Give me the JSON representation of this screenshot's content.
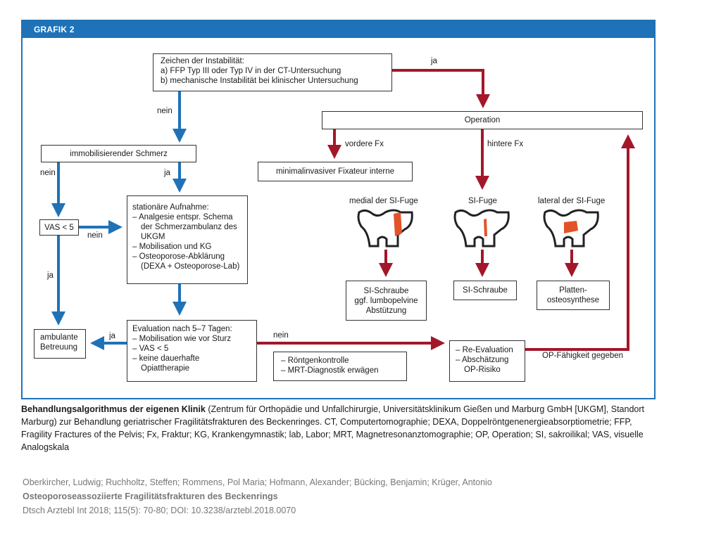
{
  "figure_label": "GRAFIK 2",
  "boxes": {
    "instability": {
      "lines": [
        "Zeichen der Instabilität:",
        "a) FFP Typ III oder Typ IV in der CT-Untersuchung",
        "b) mechanische Instabilität bei klinischer Untersuchung"
      ]
    },
    "operation": "Operation",
    "immobilizing_pain": "immobilisierender Schmerz",
    "fixateur": "minimalinvasiver Fixateur interne",
    "vas": "VAS < 5",
    "admission": {
      "lines": [
        "stationäre Aufnahme:",
        "– Analgesie entspr. Schema",
        "   der Schmerzambulanz des",
        "   UKGM",
        "– Mobilisation und KG",
        "– Osteoporose-Abklärung",
        "   (DEXA + Osteoporose-Lab)"
      ]
    },
    "si_screw_medial": {
      "lines": [
        "SI-Schraube",
        "ggf. lumbopelvine",
        "Abstützung"
      ]
    },
    "si_screw": "SI-Schraube",
    "plate": {
      "lines": [
        "Platten-",
        "osteosynthese"
      ]
    },
    "ambulant": {
      "lines": [
        "ambulante",
        "Betreuung"
      ]
    },
    "evaluation": {
      "lines": [
        "Evaluation nach 5–7 Tagen:",
        "– Mobilisation wie vor Sturz",
        "– VAS < 5",
        "– keine dauerhafte",
        "   Opiattherapie"
      ]
    },
    "imaging": {
      "lines": [
        "– Röntgenkontrolle",
        "– MRT-Diagnostik erwägen"
      ]
    },
    "reevaluation": {
      "lines": [
        "– Re-Evaluation",
        "– Abschätzung",
        "   OP-Risiko"
      ]
    }
  },
  "labels": {
    "ja_top": "ja",
    "nein_top": "nein",
    "vordere_fx": "vordere Fx",
    "hintere_fx": "hintere Fx",
    "nein_left": "nein",
    "ja_mid": "ja",
    "nein_vas": "nein",
    "ja_vas": "ja",
    "ja_ambulant": "ja",
    "nein_eval": "nein",
    "op_fit": "OP-Fähigkeit gegeben",
    "medial": "medial der SI-Fuge",
    "si_fuge": "SI-Fuge",
    "lateral": "lateral der SI-Fuge"
  },
  "caption": {
    "bold": "Behandlungsalgorithmus der eigenen Klinik",
    "rest": " (Zentrum für Orthopädie und Unfallchirurgie, Universitätsklinikum Gießen und Marburg GmbH [UKGM], Standort Marburg) zur Behandlung geriatrischer Fragilitätsfrakturen des Beckenringes. CT, Computertomographie; DEXA, Doppelröntgenenergieabsorptiometrie; FFP, Fragility Fractures of the Pelvis; Fx, Fraktur; KG, Krankengymnastik; lab, Labor; MRT, Magnetresonanztomographie; OP, Operation; SI, sakroilikal; VAS, visuelle Analogskala"
  },
  "citation": {
    "authors": "Oberkircher, Ludwig; Ruchholtz, Steffen; Rommens, Pol Maria; Hofmann, Alexander; Bücking, Benjamin; Krüger, Antonio",
    "title": "Osteoporoseassoziierte Fragilitätsfrakturen des Beckenrings",
    "source": "Dtsch Arztebl Int 2018; 115(5): 70-80; DOI: 10.3238/arztebl.2018.0070"
  },
  "colors": {
    "blue": "#1f72b8",
    "red": "#a3172a",
    "fracture": "#e2532a"
  }
}
